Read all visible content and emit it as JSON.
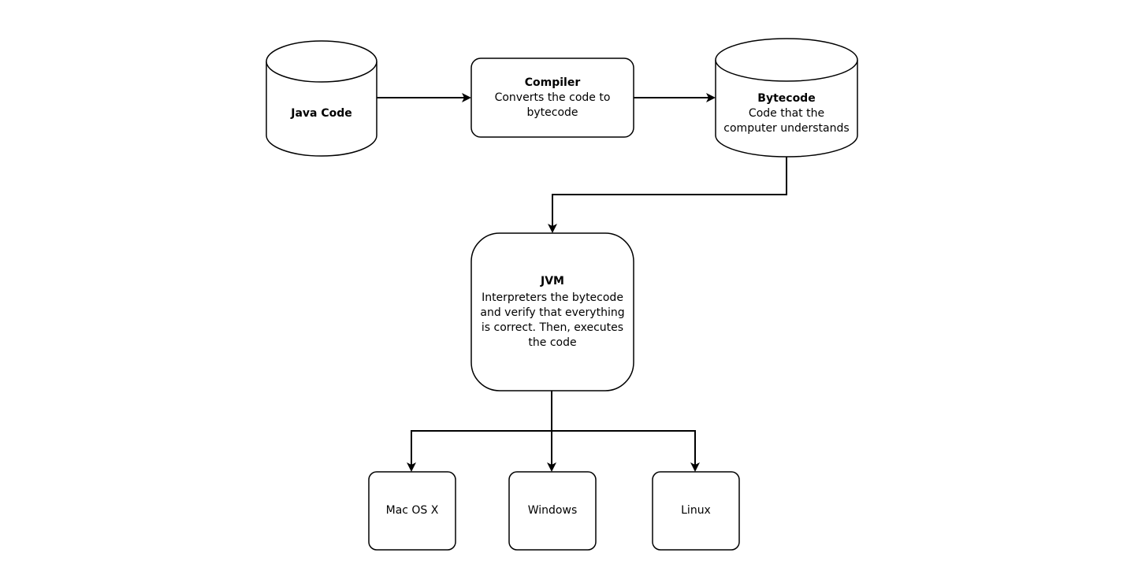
{
  "diagram": {
    "java_code": {
      "title": "Java Code"
    },
    "compiler": {
      "title": "Compiler",
      "description": "Converts the code to bytecode"
    },
    "bytecode": {
      "title": "Bytecode",
      "description": "Code that the computer understands"
    },
    "jvm": {
      "title": "JVM",
      "description": "Interpreters the bytecode and verify that everything is correct. Then, executes the code"
    },
    "platforms": {
      "mac": "Mac OS X",
      "windows": "Windows",
      "linux": "Linux"
    }
  },
  "colors": {
    "stroke": "#000000",
    "fill": "#ffffff",
    "text": "#000000"
  }
}
